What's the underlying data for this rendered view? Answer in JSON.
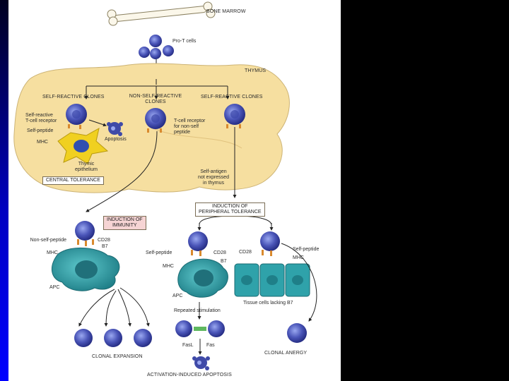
{
  "labels": {
    "bone_marrow": "BONE MARROW",
    "pro_t_cells": "Pro-T cells",
    "thymus": "THYMUS",
    "self_reactive_clones_left": "SELF-REACTIVE CLONES",
    "non_self_reactive_clones": "NON-SELF-REACTIVE\nCLONES",
    "self_reactive_clones_right": "SELF-REACTIVE CLONES",
    "self_reactive_tcr": "Self-reactive\nT-cell receptor",
    "self_peptide_left": "Self-peptide",
    "mhc_left": "MHC",
    "apoptosis_top": "Apoptosis",
    "thymic_epithelium": "Thymic\nepithelium",
    "tcr_non_self": "T-cell receptor\nfor non-self\npeptide",
    "central_tolerance": "CENTRAL TOLERANCE",
    "self_antigen_not_expressed": "Self-antigen\nnot expressed\nin thymus",
    "induction_immunity": "INDUCTION OF\nIMMUNITY",
    "induction_peripheral": "INDUCTION OF\nPERIPHERAL TOLERANCE",
    "non_self_peptide": "Non-self-peptide",
    "cd28_left": "CD28",
    "b7_left": "B7",
    "mhc_imm": "MHC",
    "apc_left": "APC",
    "self_peptide_mid": "Self-peptide",
    "cd28_mid": "CD28",
    "mhc_mid": "MHC",
    "b7_mid": "B7",
    "apc_mid": "APC",
    "cd28_right": "CD28",
    "self_peptide_right": "Self-peptide",
    "mhc_right": "MHC",
    "tissue_cells": "Tissue cells lacking B7",
    "repeated_stimulation": "Repeated stimulation",
    "fasl": "FasL",
    "fas": "Fas",
    "clonal_expansion": "CLONAL EXPANSION",
    "clonal_anergy": "CLONAL ANERGY",
    "activation_apoptosis": "ACTIVATION-INDUCED APOPTOSIS"
  },
  "colors": {
    "t_cell": "#4a55b8",
    "thymus": "#f6dfa0",
    "apc": "#2f9ea6",
    "epithelium": "#f0d020"
  }
}
